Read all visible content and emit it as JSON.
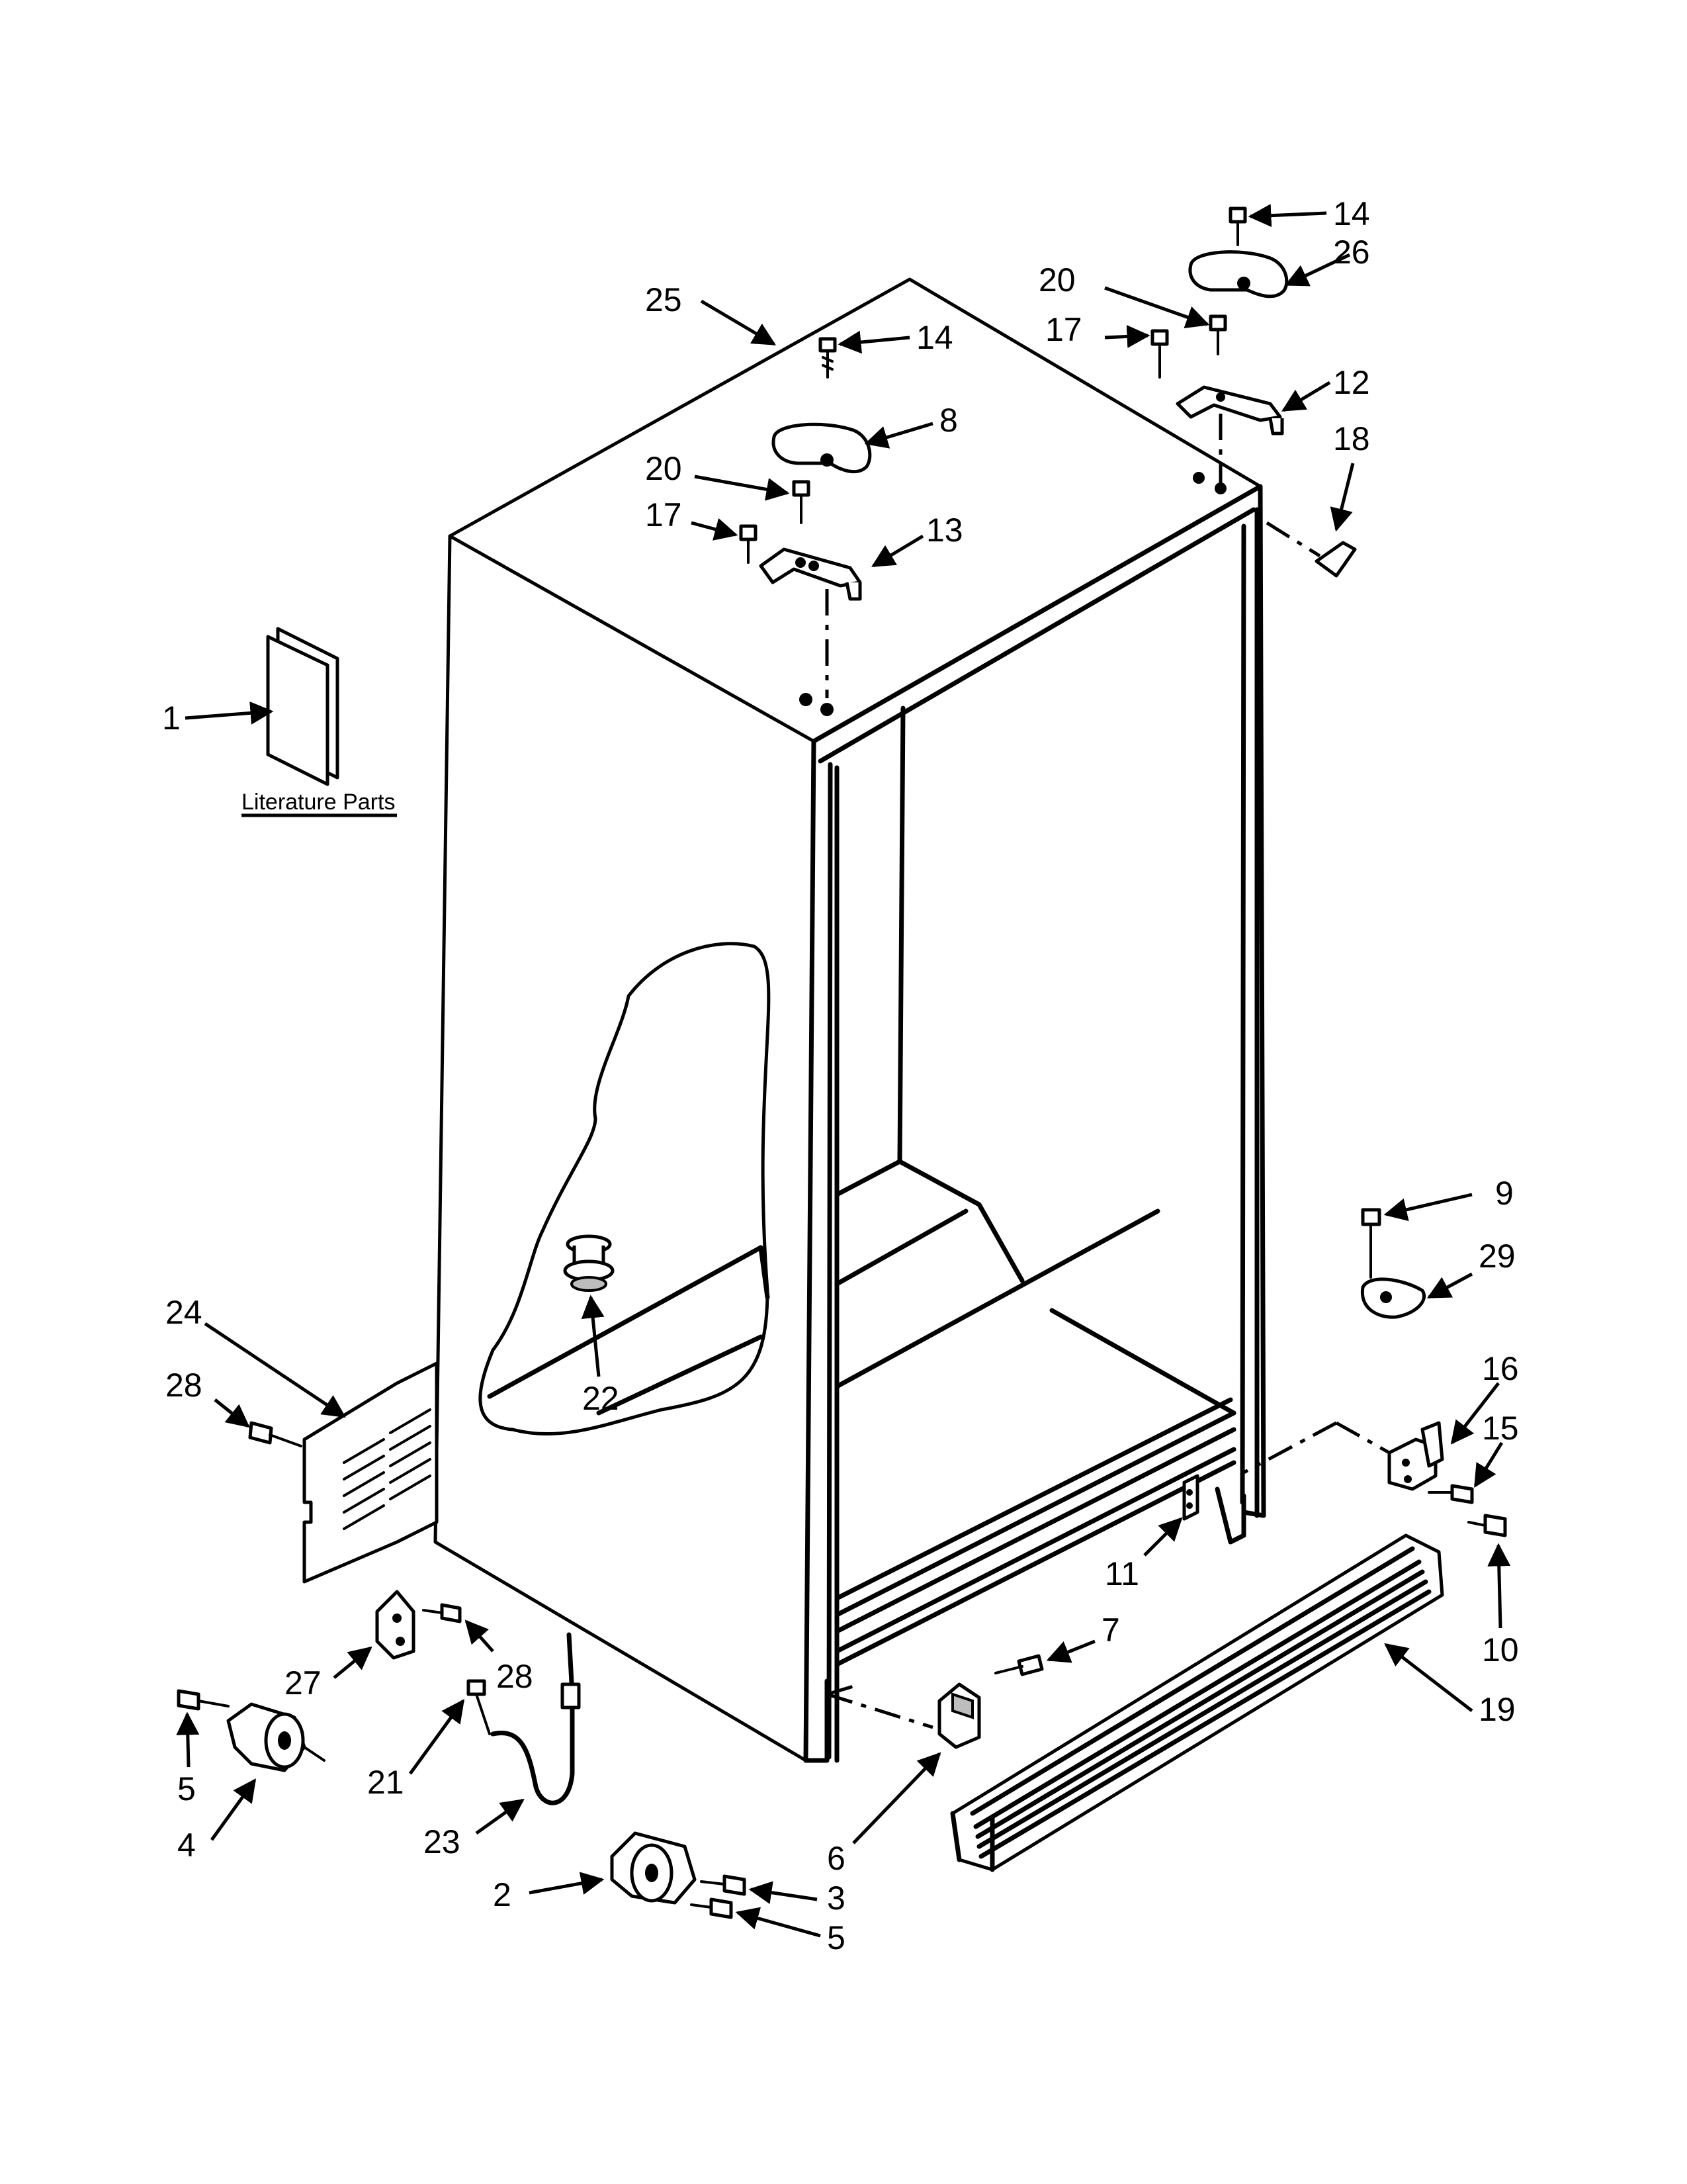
{
  "literature_label": "Literature Parts",
  "callouts": {
    "c1": "1",
    "c2": "2",
    "c3": "3",
    "c4": "4",
    "c5a": "5",
    "c5b": "5",
    "c6": "6",
    "c7": "7",
    "c8": "8",
    "c9": "9",
    "c10": "10",
    "c11": "11",
    "c12": "12",
    "c13": "13",
    "c14a": "14",
    "c14b": "14",
    "c15": "15",
    "c16": "16",
    "c17a": "17",
    "c17b": "17",
    "c18": "18",
    "c19": "19",
    "c20a": "20",
    "c20b": "20",
    "c21": "21",
    "c22": "22",
    "c23": "23",
    "c24": "24",
    "c25": "25",
    "c26": "26",
    "c27": "27",
    "c28a": "28",
    "c28b": "28",
    "c29": "29"
  }
}
